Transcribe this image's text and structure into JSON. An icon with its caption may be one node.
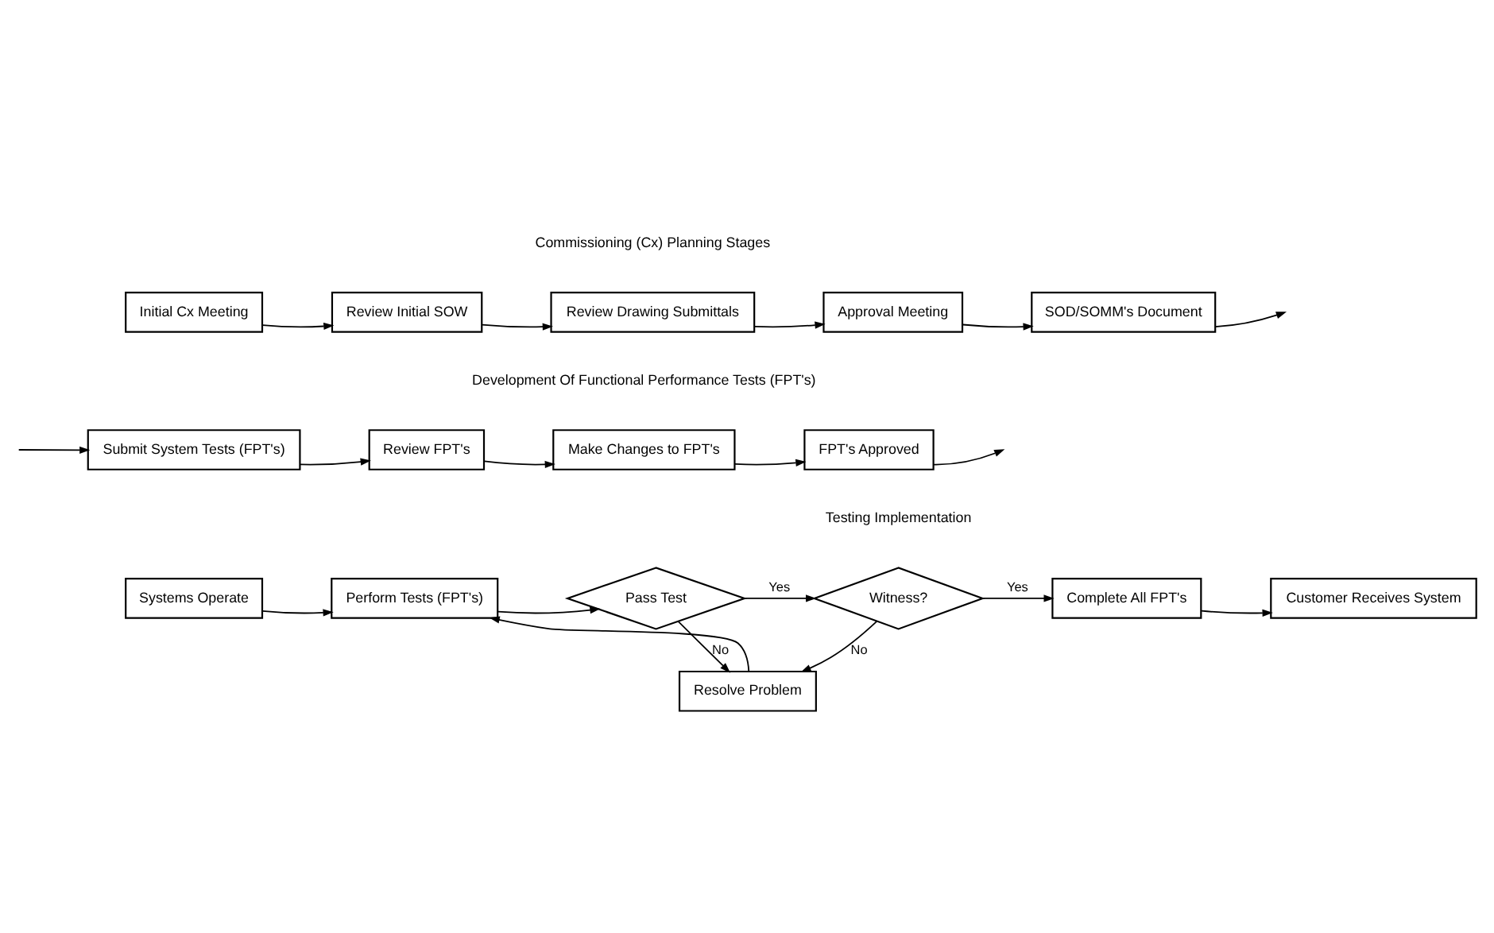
{
  "diagram": {
    "nodes": [
      {
        "text": [
          "Initial Cx Meeting"
        ]
      },
      {
        "text": [
          "Review Initial SOW"
        ]
      },
      {
        "text": [
          "Review Drawing Submittals"
        ]
      },
      {
        "text": [
          "Approval Meeting"
        ]
      },
      {
        "text": [
          "SOD/SOMM's Document"
        ]
      },
      {
        "text": [
          "Submit System Tests (FPT's)"
        ]
      },
      {
        "text": [
          "Review FPT's"
        ]
      },
      {
        "text": [
          "Make Changes to FPT's"
        ]
      },
      {
        "text": [
          "FPT's Approved"
        ]
      },
      {
        "text": [
          "Systems Operate"
        ]
      },
      {
        "text": [
          "Perform Tests (FPT's)"
        ]
      },
      {
        "text": [
          "Pass Test"
        ]
      },
      {
        "text": [
          "Witness?"
        ]
      },
      {
        "text": [
          "Complete All FPT's"
        ]
      },
      {
        "text": [
          "Customer Receives System"
        ]
      },
      {
        "text": [
          "Resolve Problem"
        ]
      }
    ],
    "edges": [
      {
        "from": 0,
        "to": 1,
        "arrow": "to"
      },
      {
        "from": 1,
        "to": 2,
        "arrow": "to"
      },
      {
        "from": 2,
        "to": 3,
        "arrow": "to"
      },
      {
        "from": 3,
        "to": 4,
        "arrow": "to"
      },
      {
        "from": 4,
        "to": null,
        "arrow": "to"
      },
      {
        "from": null,
        "to": 5,
        "arrow": "to"
      },
      {
        "from": 5,
        "to": 6,
        "arrow": "to"
      },
      {
        "from": 6,
        "to": 7,
        "arrow": "to"
      },
      {
        "from": 7,
        "to": 8,
        "arrow": "to"
      },
      {
        "from": 8,
        "to": null,
        "arrow": "to"
      },
      {
        "from": 9,
        "to": 10,
        "arrow": "to"
      },
      {
        "from": 10,
        "to": 11,
        "arrow": "to"
      },
      {
        "from": 11,
        "to": 12,
        "arrow": "to",
        "label": "Yes"
      },
      {
        "from": 12,
        "to": 13,
        "arrow": "to",
        "label": "Yes"
      },
      {
        "from": 13,
        "to": 14,
        "arrow": "to"
      },
      {
        "from": 11,
        "to": 15,
        "arrow": "to",
        "label": "No"
      },
      {
        "from": 12,
        "to": 15,
        "arrow": "to",
        "label": "No"
      },
      {
        "from": 15,
        "to": 10,
        "arrow": "to"
      }
    ],
    "labels": [
      "Commissioning (Cx) Planning Stages",
      "Development Of Functional Performance Tests (FPT's)",
      "Testing Implementation"
    ]
  }
}
